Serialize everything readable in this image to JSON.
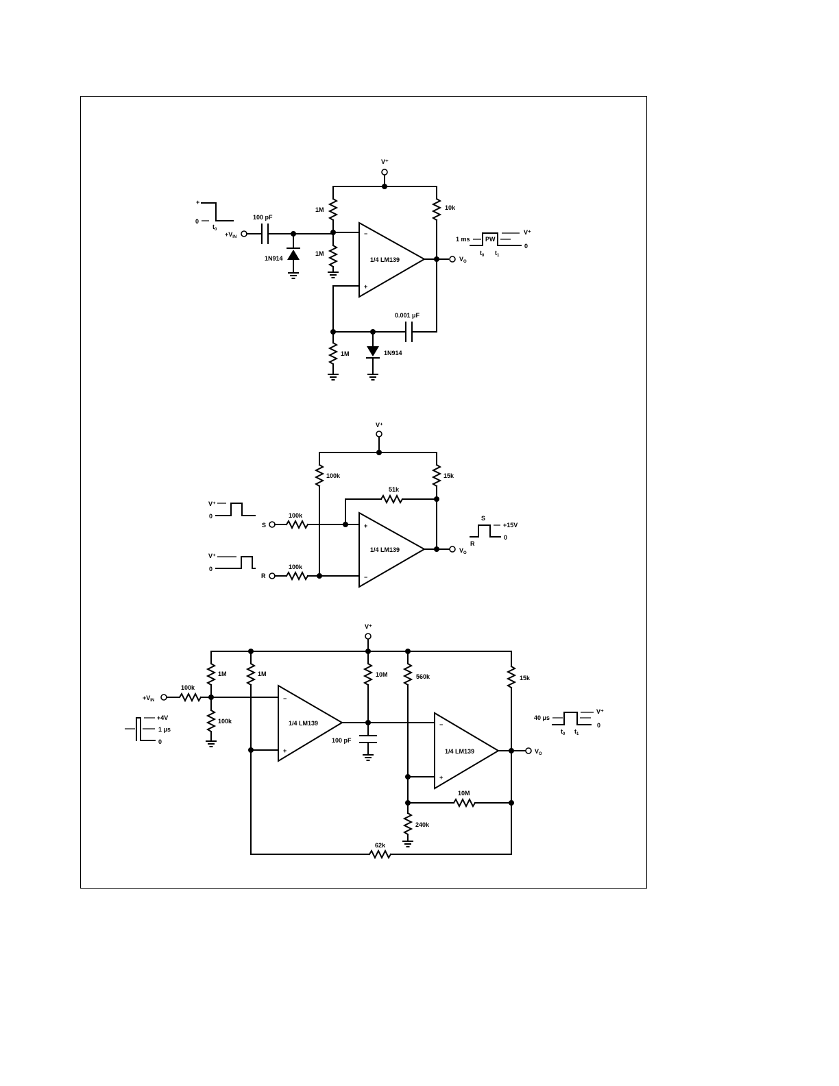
{
  "labels": {
    "vplus": "V⁺",
    "vin": "+V",
    "vin_sub": "IN",
    "vo": "V",
    "vo_sub": "O",
    "opamp": "1/4 LM139",
    "minus": "−",
    "plus": "+"
  },
  "circuit1": {
    "r_top_left": "1M",
    "r_bottom_left": "1M",
    "r_pullup": "10k",
    "r_feedback": "1M",
    "c_input": "100 pF",
    "c_feedback": "0.001 μF",
    "diode_input": "1N914",
    "diode_feedback": "1N914",
    "input_wave": {
      "plus": "+",
      "zero": "0",
      "t0": "t",
      "t0_sub": "0"
    },
    "output_wave": {
      "period": "1 ms",
      "pw": "PW",
      "vplus": "V⁺",
      "zero": "0",
      "t0": "t",
      "t0_sub": "0",
      "t1": "t",
      "t1_sub": "1"
    }
  },
  "circuit2": {
    "r_top_left": "100k",
    "r_pullup": "15k",
    "r_feedback": "51k",
    "r_s": "100k",
    "r_r": "100k",
    "s_label": "S",
    "r_label": "R",
    "s_wave": {
      "vplus": "V⁺",
      "zero": "0"
    },
    "r_wave": {
      "vplus": "V⁺",
      "zero": "0"
    },
    "output_wave": {
      "s": "S",
      "r": "R",
      "vmax": "+15V",
      "zero": "0"
    }
  },
  "circuit3": {
    "r_div_top": "1M",
    "r_div_bottom": "100k",
    "r_in": "100k",
    "r_ref": "1M",
    "r_timing": "10M",
    "c_timing": "100 pF",
    "r_560k": "560k",
    "r_240k": "240k",
    "r_hyst": "10M",
    "r_pullup": "15k",
    "r_feedback": "62k",
    "input_wave": {
      "vmax": "+4V",
      "width": "1 μs",
      "zero": "0"
    },
    "output_wave": {
      "period": "40 μs",
      "vplus": "V⁺",
      "zero": "0",
      "t0": "t",
      "t0_sub": "0",
      "t1": "t",
      "t1_sub": "1"
    }
  }
}
